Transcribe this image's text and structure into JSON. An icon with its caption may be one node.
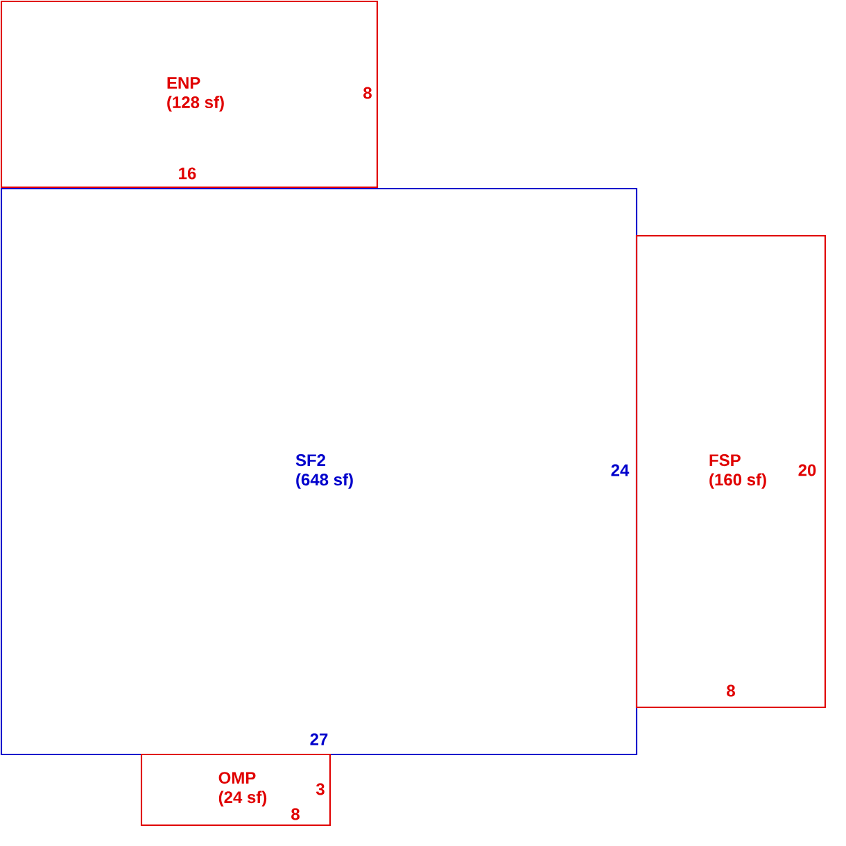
{
  "diagram": {
    "nodes": [
      {
        "text": [
          "ENP",
          "(128 sf)",
          "8",
          "16"
        ]
      },
      {
        "text": [
          "SF2",
          "(648 sf)",
          "24",
          "27"
        ]
      },
      {
        "text": [
          "FSP",
          "(160 sf)",
          "20",
          "8"
        ]
      },
      {
        "text": [
          "OMP",
          "(24 sf)",
          "3",
          "8"
        ]
      }
    ]
  }
}
